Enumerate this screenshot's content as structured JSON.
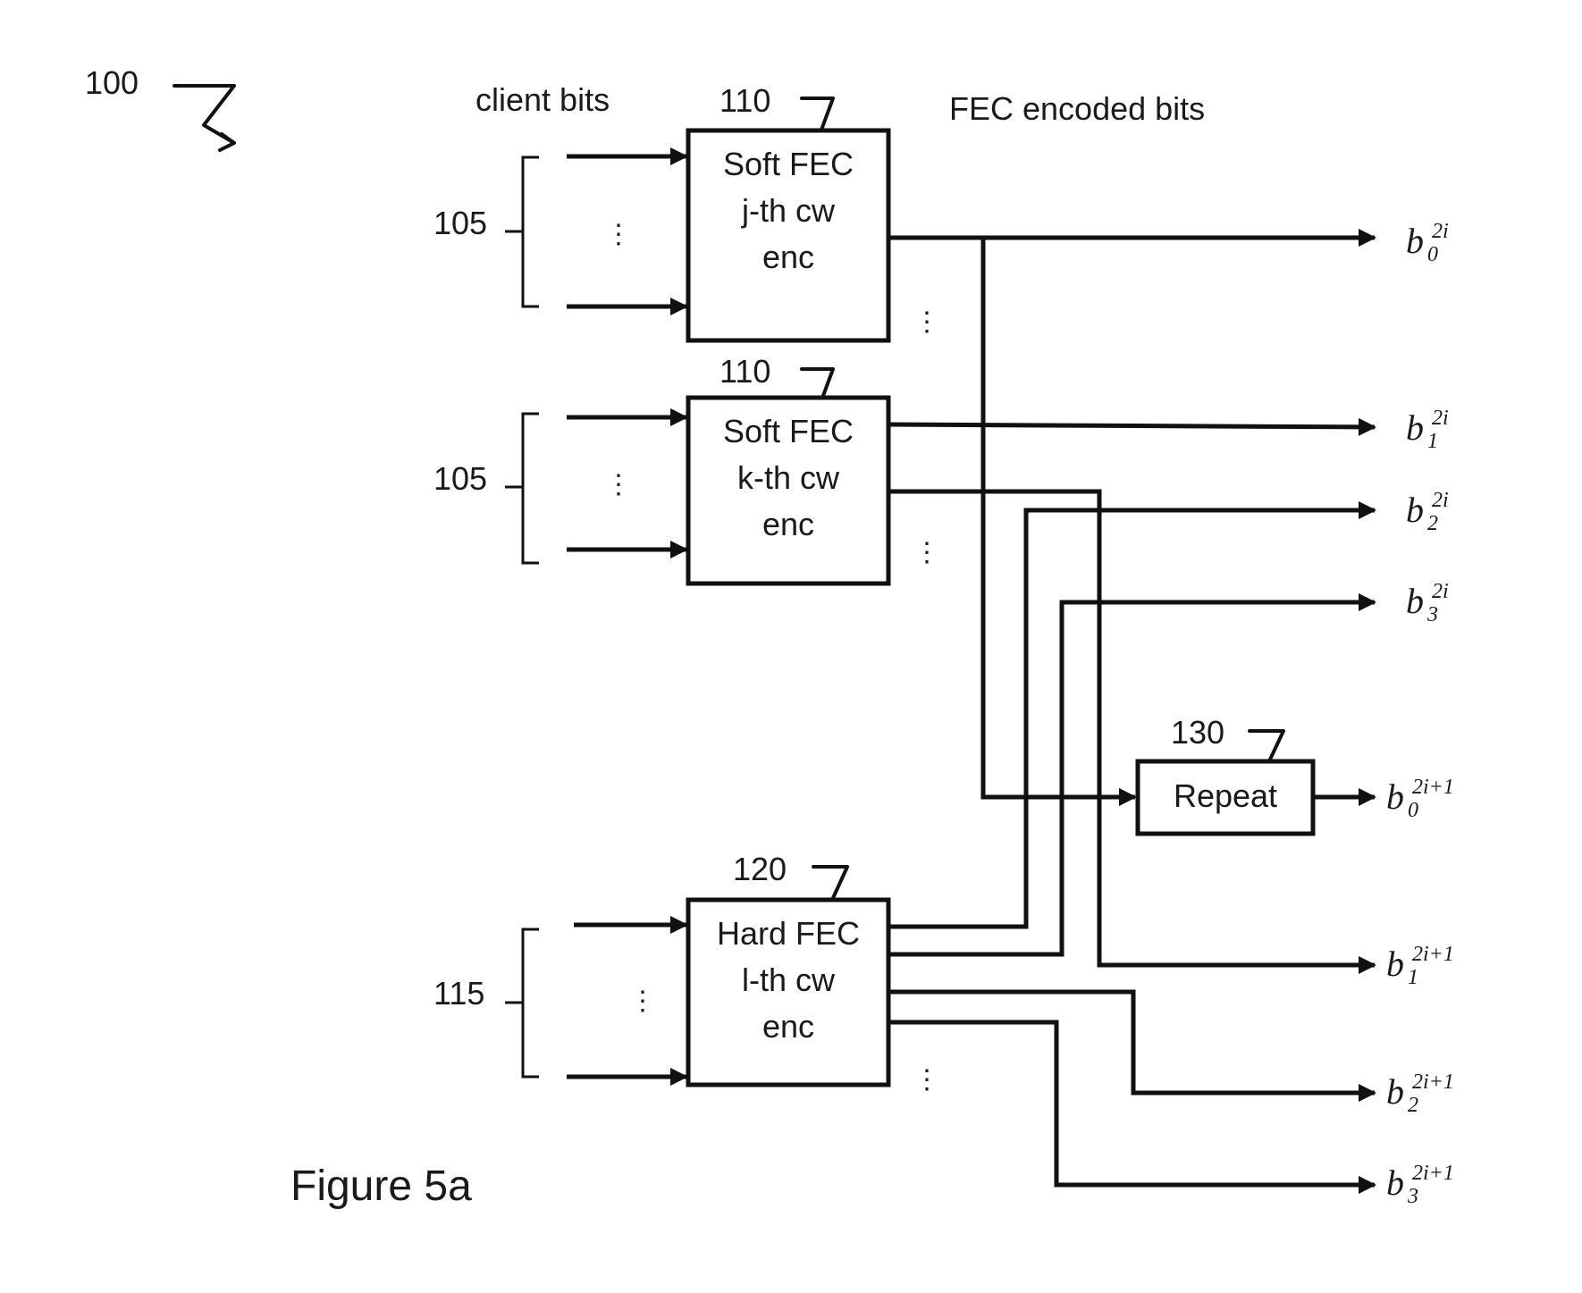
{
  "figure": {
    "ref_system": "100",
    "caption": "Figure 5a",
    "header_client": "client bits",
    "header_fec": "FEC encoded bits"
  },
  "blocks": {
    "soft_j": {
      "ref": "110",
      "line1": "Soft FEC",
      "line2": "j-th cw",
      "line3": "enc"
    },
    "soft_k": {
      "ref": "110",
      "line1": "Soft FEC",
      "line2": "k-th cw",
      "line3": "enc"
    },
    "hard_l": {
      "ref": "120",
      "line1": "Hard FEC",
      "line2": "l-th cw",
      "line3": "enc"
    },
    "repeat": {
      "ref": "130",
      "label": "Repeat"
    }
  },
  "inputs": {
    "group_j": "105",
    "group_k": "105",
    "group_l": "115",
    "ellipsis": "⋮"
  },
  "outputs": [
    {
      "base": "b",
      "sub": "0",
      "sup": "2i"
    },
    {
      "base": "b",
      "sub": "1",
      "sup": "2i"
    },
    {
      "base": "b",
      "sub": "2",
      "sup": "2i"
    },
    {
      "base": "b",
      "sub": "3",
      "sup": "2i"
    },
    {
      "base": "b",
      "sub": "0",
      "sup": "2i+1"
    },
    {
      "base": "b",
      "sub": "1",
      "sup": "2i+1"
    },
    {
      "base": "b",
      "sub": "2",
      "sup": "2i+1"
    },
    {
      "base": "b",
      "sub": "3",
      "sup": "2i+1"
    }
  ]
}
